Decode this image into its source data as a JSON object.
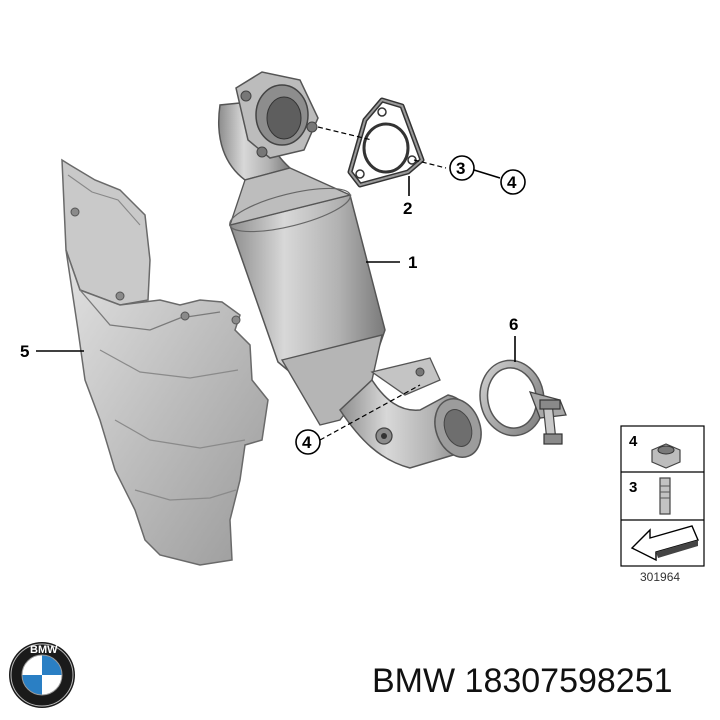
{
  "callouts": {
    "c1": "1",
    "c2": "2",
    "c3": "3",
    "c4_top": "4",
    "c4_bottom": "4",
    "c5": "5",
    "c6": "6"
  },
  "legend": {
    "item_nut": "4",
    "item_stud": "3",
    "diagram_number": "301964"
  },
  "brand": {
    "logo_text": "BMW",
    "caption": "BMW 18307598251"
  },
  "colors": {
    "metal_light": "#d4d4d4",
    "metal_mid": "#a9a9a9",
    "metal_dark": "#6f6f6f",
    "bmw_blue": "#2a7fc4"
  }
}
